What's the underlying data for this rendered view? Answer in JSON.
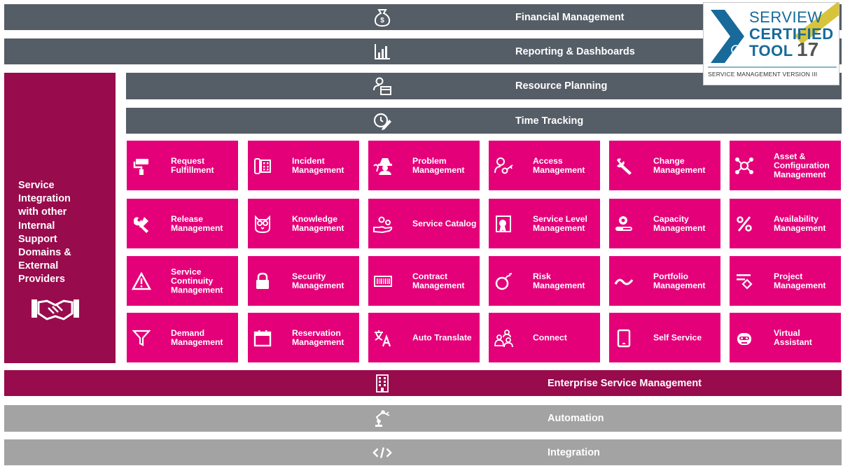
{
  "layers_top": {
    "financial": {
      "label": "Financial Management",
      "icon": "money-bag-icon"
    },
    "reporting": {
      "label": "Reporting & Dashboards",
      "icon": "bar-chart-icon"
    },
    "resource": {
      "label": "Resource Planning",
      "icon": "user-calendar-icon"
    },
    "time": {
      "label": "Time Tracking",
      "icon": "clock-pen-icon"
    }
  },
  "side_panel": {
    "lines": [
      "Service",
      "Integration",
      "with other",
      "Internal",
      "Support",
      "Domains &",
      "External",
      "Providers"
    ],
    "icon": "handshake-icon"
  },
  "tiles": [
    {
      "label": "Request Fulfillment",
      "icon": "paint-roller-icon"
    },
    {
      "label": "Incident Management",
      "icon": "phone-icon"
    },
    {
      "label": "Problem Management",
      "icon": "detective-icon"
    },
    {
      "label": "Access Management",
      "icon": "user-key-icon"
    },
    {
      "label": "Change Management",
      "icon": "wrench-icon"
    },
    {
      "label": "Asset & Configuration Management",
      "icon": "network-icon"
    },
    {
      "label": "Release Management",
      "icon": "tools-icon"
    },
    {
      "label": "Knowledge Management",
      "icon": "owl-icon"
    },
    {
      "label": "Service Catalog",
      "icon": "hand-gears-icon"
    },
    {
      "label": "Service Level Management",
      "icon": "certificate-icon"
    },
    {
      "label": "Capacity Management",
      "icon": "gear-slider-icon"
    },
    {
      "label": "Availability Management",
      "icon": "percent-icon"
    },
    {
      "label": "Service Continuity Management",
      "icon": "warning-icon"
    },
    {
      "label": "Security Management",
      "icon": "lock-icon"
    },
    {
      "label": "Contract Management",
      "icon": "barcode-icon"
    },
    {
      "label": "Risk Management",
      "icon": "bomb-icon"
    },
    {
      "label": "Portfolio Management",
      "icon": "wave-icon"
    },
    {
      "label": "Project Management",
      "icon": "project-icon"
    },
    {
      "label": "Demand Management",
      "icon": "funnel-icon"
    },
    {
      "label": "Reservation Management",
      "icon": "calendar-icon"
    },
    {
      "label": "Auto Translate",
      "icon": "translate-icon"
    },
    {
      "label": "Connect",
      "icon": "people-icon"
    },
    {
      "label": "Self Service",
      "icon": "mobile-icon"
    },
    {
      "label": "Virtual Assistant",
      "icon": "robot-icon"
    }
  ],
  "layers_bottom": {
    "enterprise": {
      "label": "Enterprise Service Management",
      "icon": "building-icon"
    },
    "automation": {
      "label": "Automation",
      "icon": "robot-arm-icon"
    },
    "integration": {
      "label": "Integration",
      "icon": "code-icon"
    }
  },
  "badge": {
    "line1": "SERVIEW",
    "line2": "CERTIFIED",
    "line3": "TOOL",
    "year": "17",
    "subtitle": "SERVICE MANAGEMENT VERSION III"
  },
  "colors": {
    "dark_bar": "#555d66",
    "grey_bar": "#a3a3a3",
    "wine": "#980b4d",
    "magenta": "#e40079"
  }
}
